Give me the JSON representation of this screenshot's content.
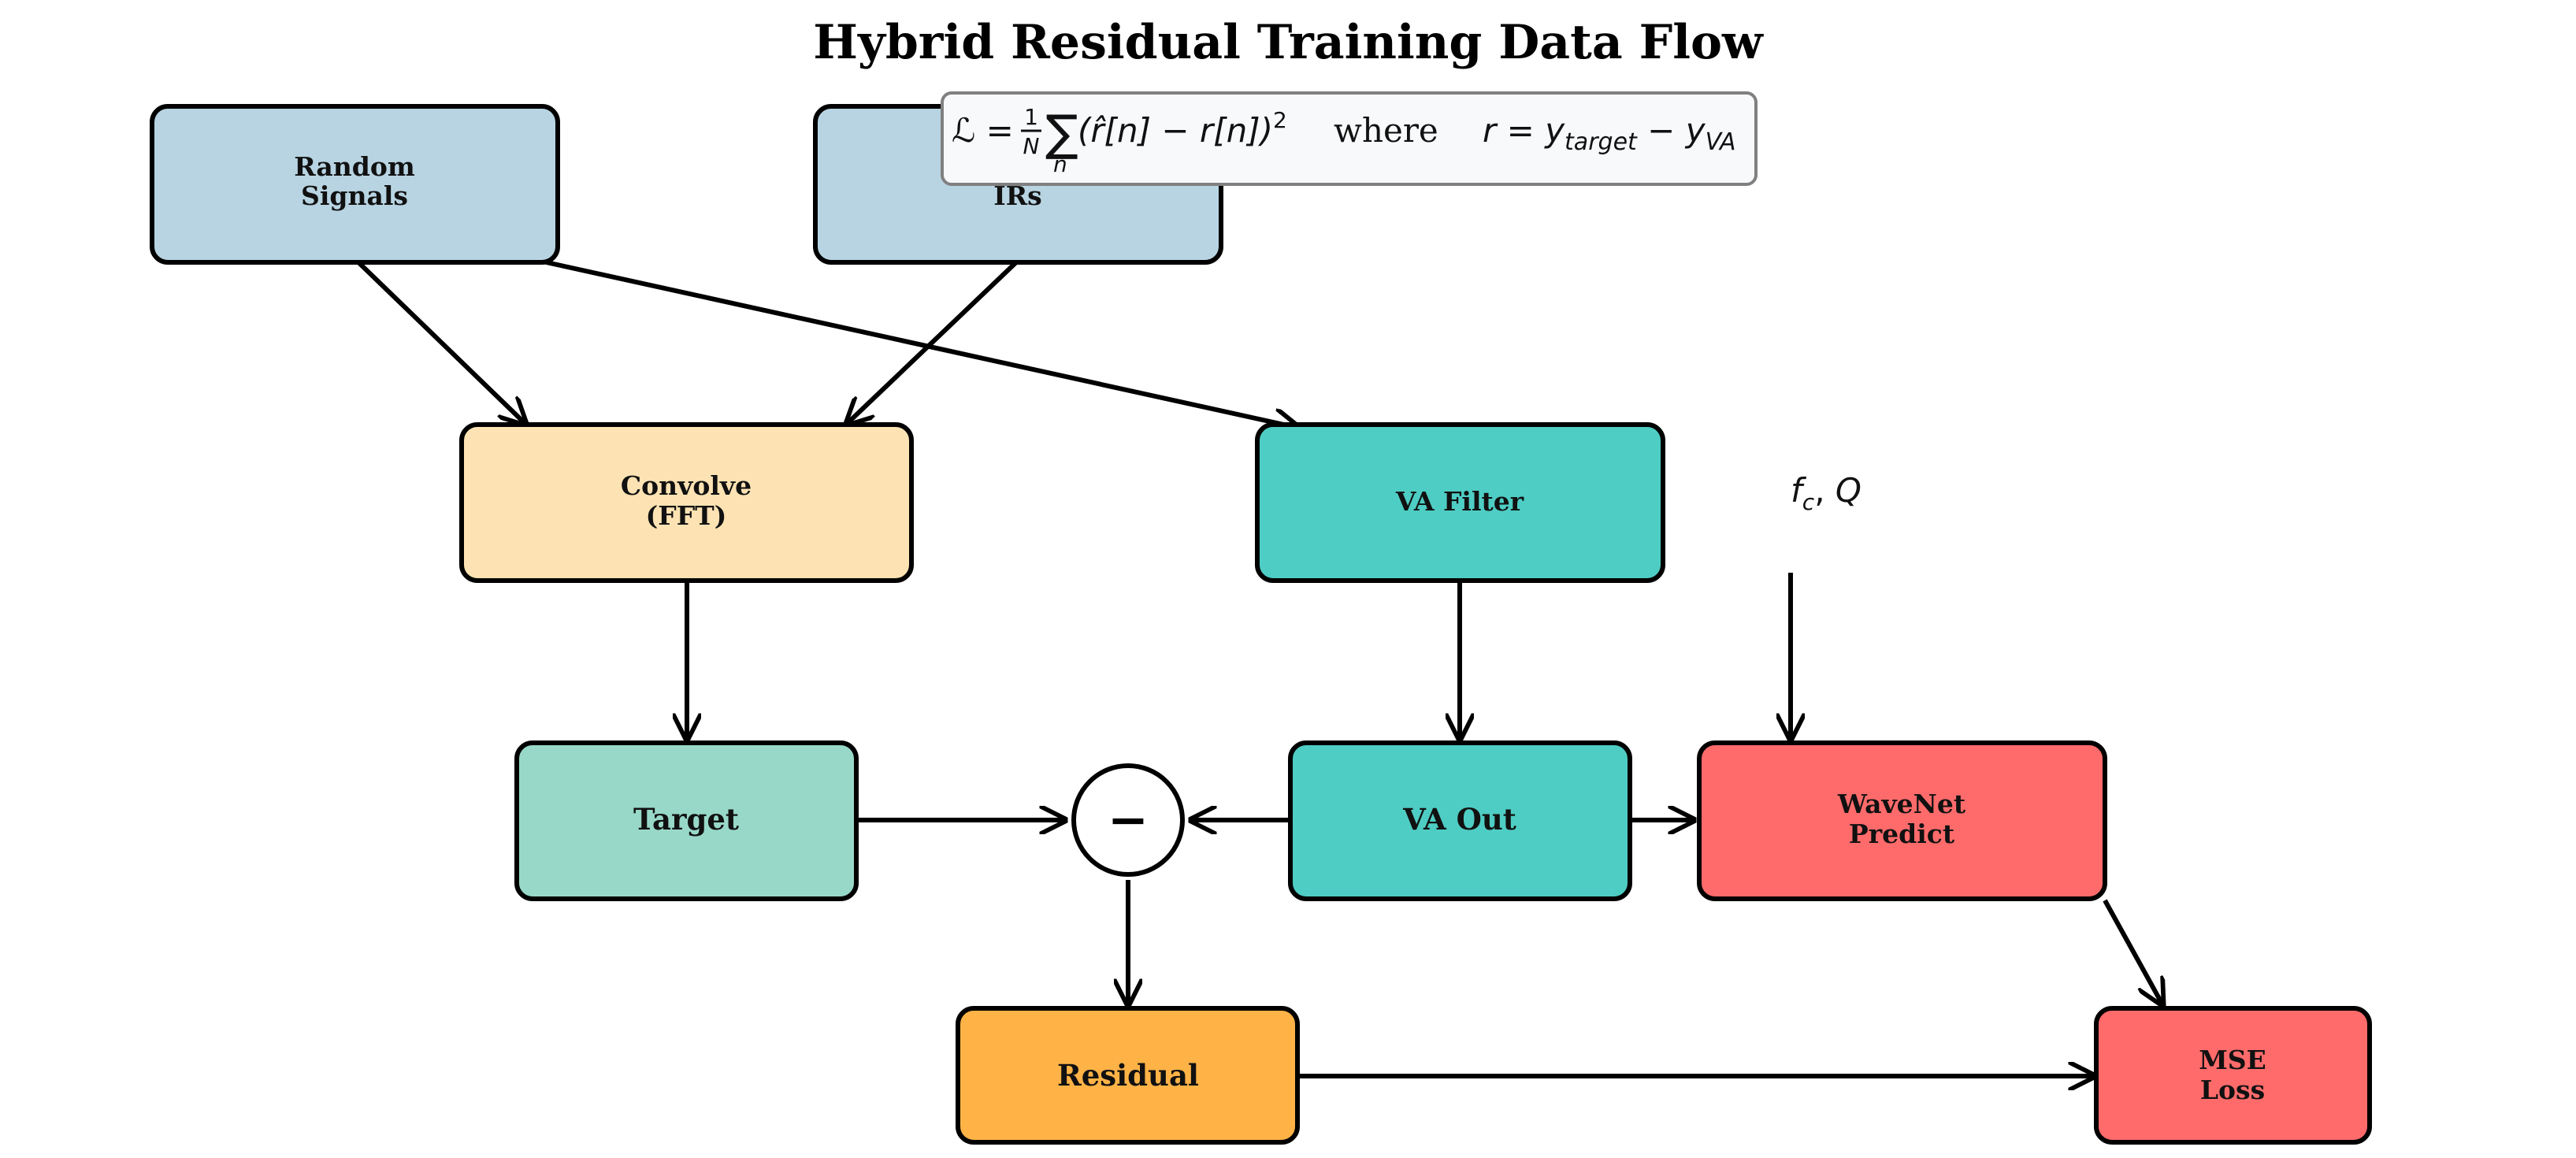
{
  "title": "Hybrid Residual Training Data Flow",
  "nodes": {
    "random_signals": {
      "lines": [
        "Random",
        "Signals"
      ],
      "color": "#b8d4e2"
    },
    "irs": {
      "lines": [
        "IRs"
      ],
      "color": "#b8d4e2"
    },
    "convolve": {
      "lines": [
        "Convolve",
        "(FFT)"
      ],
      "color": "#fde3b3"
    },
    "va_filter": {
      "lines": [
        "VA Filter"
      ],
      "color": "#4ecdc4"
    },
    "target": {
      "lines": [
        "Target"
      ],
      "color": "#98d8c8"
    },
    "va_out": {
      "lines": [
        "VA Out"
      ],
      "color": "#4ecdc4"
    },
    "wavenet": {
      "lines": [
        "WaveNet",
        "Predict"
      ],
      "color": "#ff6b6b"
    },
    "residual": {
      "lines": [
        "Residual"
      ],
      "color": "#ffb347"
    },
    "mse_loss": {
      "lines": [
        "MSE",
        "Loss"
      ],
      "color": "#ff6b6b"
    }
  },
  "subtract_symbol": "−",
  "params_label": {
    "f": "f",
    "c": "c",
    "sep": ", ",
    "q": "Q"
  },
  "loss_formula": {
    "lhs": "ℒ = ",
    "frac_num": "1",
    "frac_den": "N",
    "sum": "∑",
    "sum_sub": "n",
    "body": "(r̂[n] − r[n])",
    "exp": "2",
    "where": "where",
    "r": "r",
    "eq": " = ",
    "y1": "y",
    "sub1": "target",
    "minus": " − ",
    "y2": "y",
    "sub2": "VA"
  }
}
